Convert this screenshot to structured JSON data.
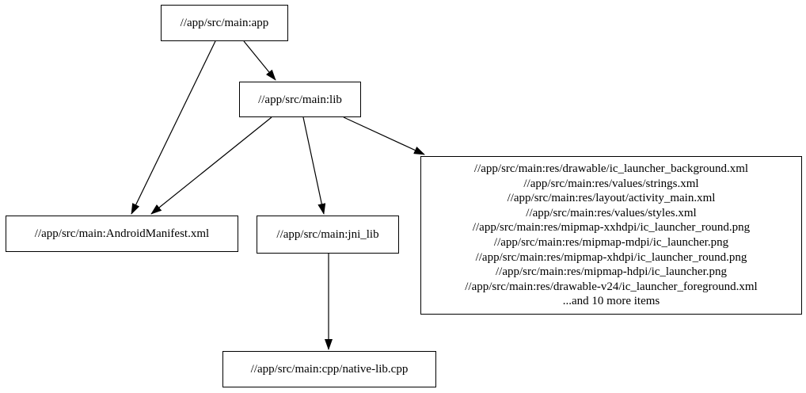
{
  "graph": {
    "type": "dependency-graph",
    "colors": {
      "background": "#ffffff",
      "node_border": "#000000",
      "edge": "#000000",
      "text": "#000000"
    },
    "nodes": {
      "app": {
        "label": "//app/src/main:app"
      },
      "lib": {
        "label": "//app/src/main:lib"
      },
      "android_manifest": {
        "label": "//app/src/main:AndroidManifest.xml"
      },
      "jni_lib": {
        "label": "//app/src/main:jni_lib"
      },
      "res_group": {
        "lines": [
          "//app/src/main:res/drawable/ic_launcher_background.xml",
          "//app/src/main:res/values/strings.xml",
          "//app/src/main:res/layout/activity_main.xml",
          "//app/src/main:res/values/styles.xml",
          "//app/src/main:res/mipmap-xxhdpi/ic_launcher_round.png",
          "//app/src/main:res/mipmap-mdpi/ic_launcher.png",
          "//app/src/main:res/mipmap-xhdpi/ic_launcher_round.png",
          "//app/src/main:res/mipmap-hdpi/ic_launcher.png",
          "//app/src/main:res/drawable-v24/ic_launcher_foreground.xml",
          "...and 10 more items"
        ]
      },
      "native_lib_cpp": {
        "label": "//app/src/main:cpp/native-lib.cpp"
      }
    },
    "edges": [
      {
        "from": "//app/src/main:app",
        "to": "//app/src/main:AndroidManifest.xml"
      },
      {
        "from": "//app/src/main:app",
        "to": "//app/src/main:lib"
      },
      {
        "from": "//app/src/main:lib",
        "to": "//app/src/main:AndroidManifest.xml"
      },
      {
        "from": "//app/src/main:lib",
        "to": "//app/src/main:jni_lib"
      },
      {
        "from": "//app/src/main:lib",
        "to": "res_group"
      },
      {
        "from": "//app/src/main:jni_lib",
        "to": "//app/src/main:cpp/native-lib.cpp"
      }
    ]
  }
}
